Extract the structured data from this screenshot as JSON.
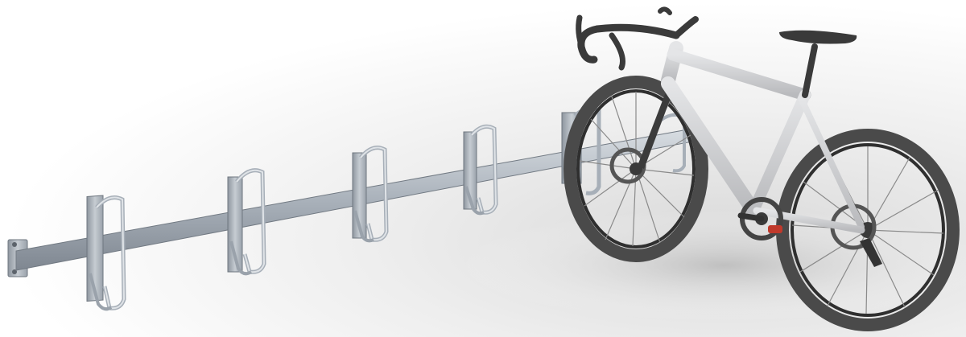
{
  "scene": {
    "subject": "bicycle-on-wall-mounted-rack",
    "rack_slot_count": 5,
    "rack_finish": "galvanized-steel",
    "bicycle_type": "gravel-road-bike",
    "bicycle_frame_color": "#cfd0d2",
    "tire_color": "#4a4a4a",
    "rack_color": "#b9c0c8"
  }
}
